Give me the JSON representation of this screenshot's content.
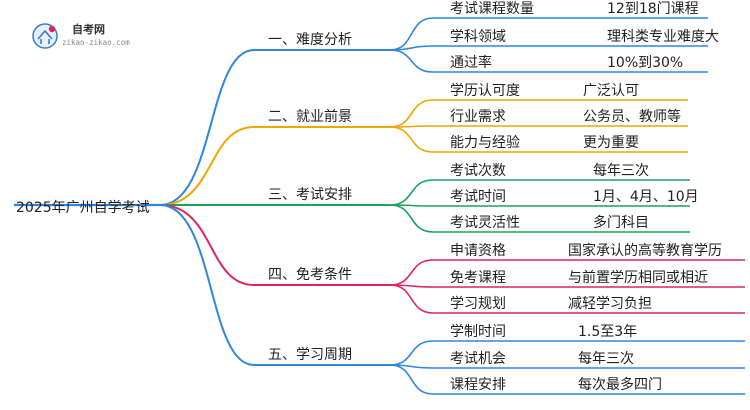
{
  "logo": {
    "title": "自考网",
    "url": "zikao-zikao.com"
  },
  "root": {
    "label": "2025年广州自学考试"
  },
  "branches": [
    {
      "label": "一、难度分析",
      "color": "#2e86de",
      "items": [
        {
          "key": "考试课程数量",
          "value": "12到18门课程"
        },
        {
          "key": "学科领域",
          "value": "理科类专业难度大"
        },
        {
          "key": "通过率",
          "value": "10%到30%"
        }
      ]
    },
    {
      "label": "二、就业前景",
      "color": "#f0a500",
      "items": [
        {
          "key": "学历认可度",
          "value": "广泛认可"
        },
        {
          "key": "行业需求",
          "value": "公务员、教师等"
        },
        {
          "key": "能力与经验",
          "value": "更为重要"
        }
      ]
    },
    {
      "label": "三、考试安排",
      "color": "#1aa35a",
      "items": [
        {
          "key": "考试次数",
          "value": "每年三次"
        },
        {
          "key": "考试时间",
          "value": "1月、4月、10月"
        },
        {
          "key": "考试灵活性",
          "value": "多门科目"
        }
      ]
    },
    {
      "label": "四、免考条件",
      "color": "#e0245e",
      "items": [
        {
          "key": "申请资格",
          "value": "国家承认的高等教育学历"
        },
        {
          "key": "免考课程",
          "value": "与前置学历相同或相近"
        },
        {
          "key": "学习规划",
          "value": "减轻学习负担"
        }
      ]
    },
    {
      "label": "五、学习周期",
      "color": "#2e86de",
      "items": [
        {
          "key": "学制时间",
          "value": "1.5至3年"
        },
        {
          "key": "考试机会",
          "value": "每年三次"
        },
        {
          "key": "课程安排",
          "value": "每次最多四门"
        }
      ]
    }
  ]
}
